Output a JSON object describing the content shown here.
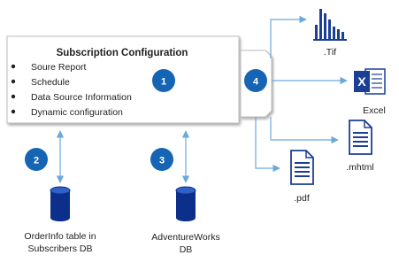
{
  "config_box": {
    "title": "Subscription Configuration",
    "items": [
      "Soure Report",
      "Schedule",
      "Data Source Information",
      "Dynamic configuration"
    ]
  },
  "steps": [
    "1",
    "2",
    "3",
    "4"
  ],
  "databases": [
    {
      "label_line1": "OrderInfo table in",
      "label_line2": "Subscribers DB"
    },
    {
      "label_line1": "AdventureWorks",
      "label_line2": "DB"
    }
  ],
  "outputs": {
    "tif": ".Tif",
    "excel": "Excel",
    "mhtml": ".mhtml",
    "pdf": ".pdf"
  },
  "colors": {
    "step_fill": "#1565b4",
    "arrow": "#6aa9dc",
    "db_fill": "#0c2f8c",
    "icon_dark": "#1b3f94",
    "excel_green": "#207245",
    "box_border": "#bdbdbd",
    "text": "#1f1f1f"
  },
  "icons": {
    "tif": "bar-chart-icon",
    "excel": "excel-icon",
    "mhtml": "document-icon",
    "pdf": "document-icon",
    "db": "database-cylinder-icon"
  }
}
